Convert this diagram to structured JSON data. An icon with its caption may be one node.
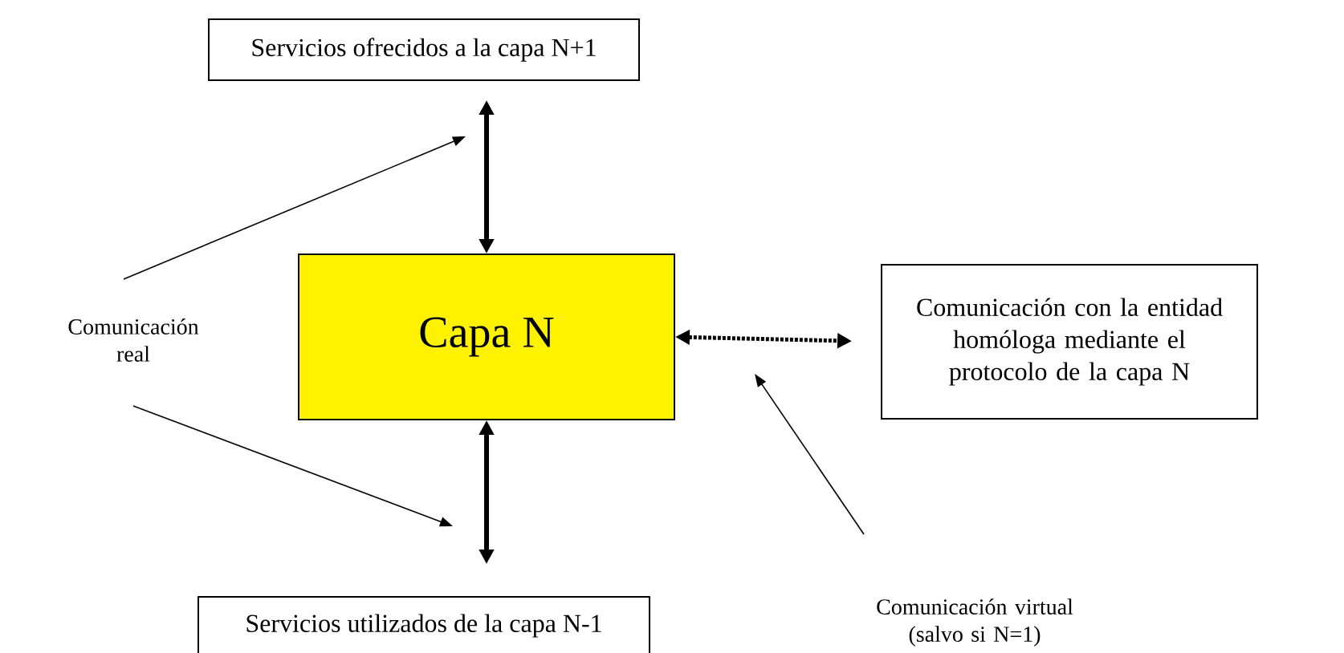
{
  "diagram": {
    "nodes": [
      {
        "text": [
          "Servicios ofrecidos a la capa N+1"
        ]
      },
      {
        "text": [
          "Capa N"
        ]
      },
      {
        "text": [
          "Comunicación con la entidad homóloga mediante el protocolo de la capa N"
        ]
      },
      {
        "text": [
          "Servicios utilizados de la capa N-1"
        ]
      },
      {
        "text": [
          "Comunicación real"
        ]
      },
      {
        "text": [
          "Comunicación virtual (salvo si N=1)"
        ]
      }
    ],
    "edges": [
      {
        "from": 1,
        "to": 0,
        "arrow": "both",
        "style": "thick"
      },
      {
        "from": 1,
        "to": 3,
        "arrow": "both",
        "style": "thick"
      },
      {
        "from": 1,
        "to": 2,
        "arrow": "both",
        "style": "dashed"
      },
      {
        "from": 4,
        "to": null,
        "arrow": "to"
      },
      {
        "from": 4,
        "to": null,
        "arrow": "to"
      },
      {
        "from": 5,
        "to": null,
        "arrow": "to"
      }
    ]
  }
}
